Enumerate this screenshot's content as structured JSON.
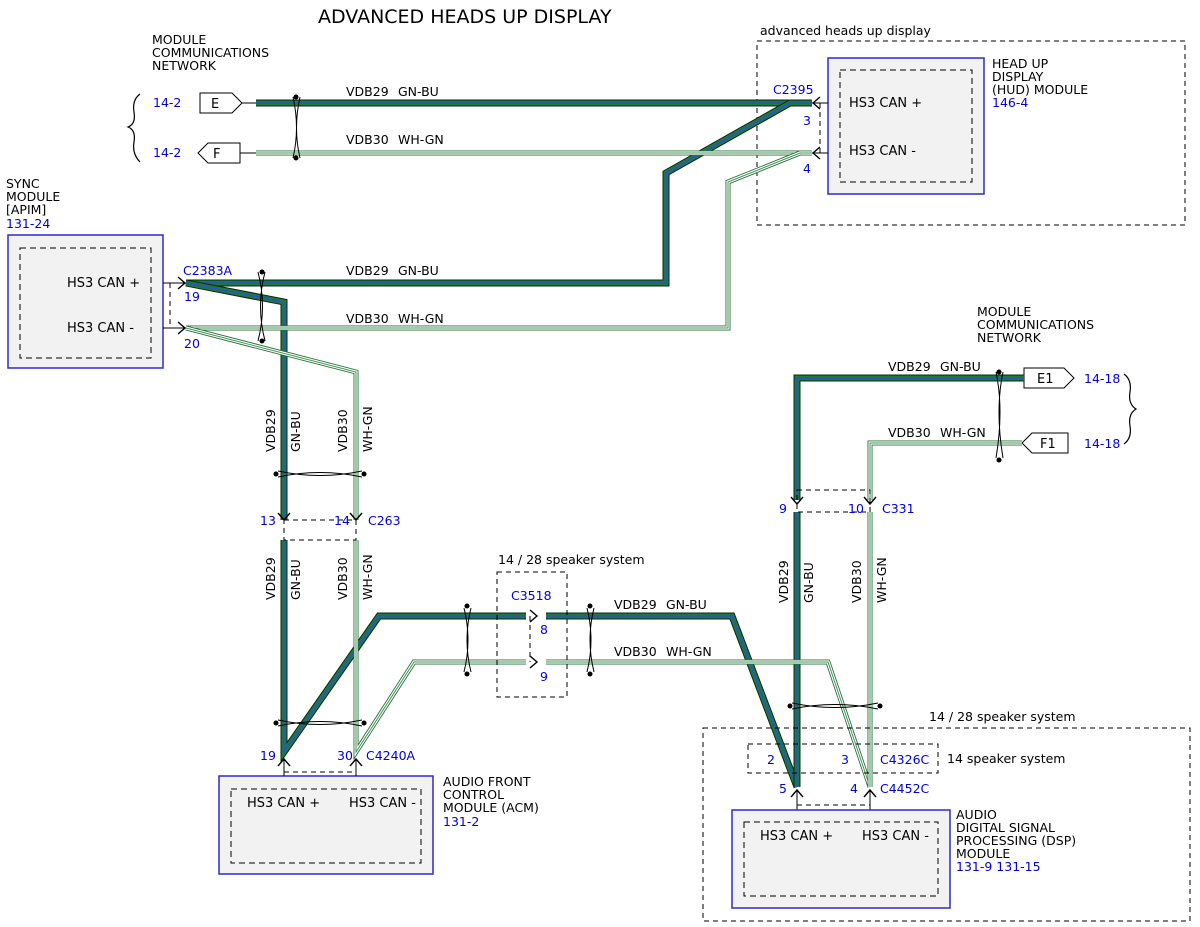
{
  "title": "ADVANCED HEADS UP DISPLAY",
  "networks": {
    "top_left": {
      "label": [
        "MODULE",
        "COMMUNICATIONS",
        "NETWORK"
      ],
      "e_ref": "14-2",
      "e_tag": "E",
      "f_ref": "14-2",
      "f_tag": "F"
    },
    "right": {
      "label": [
        "MODULE",
        "COMMUNICATIONS",
        "NETWORK"
      ],
      "e1_ref": "14-18",
      "e1_tag": "E1",
      "f1_ref": "14-18",
      "f1_tag": "F1"
    }
  },
  "groups": {
    "hud_group": "advanced heads up display",
    "speaker_mid": "14 / 28 speaker system",
    "speaker_right": "14 / 28 speaker system",
    "speaker_14": "14 speaker system"
  },
  "modules": {
    "hud": {
      "name": [
        "HEAD UP",
        "DISPLAY",
        "(HUD) MODULE"
      ],
      "ref": "146-4",
      "pin_plus": "HS3 CAN +",
      "pin_minus": "HS3 CAN -"
    },
    "sync": {
      "name": [
        "SYNC",
        "MODULE",
        "[APIM]"
      ],
      "ref": "131-24",
      "pin_plus": "HS3 CAN +",
      "pin_minus": "HS3 CAN -"
    },
    "acm": {
      "name": [
        "AUDIO FRONT",
        "CONTROL",
        "MODULE (ACM)"
      ],
      "ref": "131-2",
      "pin_plus": "HS3 CAN +",
      "pin_minus": "HS3 CAN -"
    },
    "dsp": {
      "name": [
        "AUDIO",
        "DIGITAL SIGNAL",
        "PROCESSING (DSP)",
        "MODULE"
      ],
      "ref": "131-9  131-15",
      "pin_plus": "HS3 CAN +",
      "pin_minus": "HS3 CAN -"
    }
  },
  "connectors": {
    "c2395": {
      "id": "C2395",
      "pin_a": "3",
      "pin_b": "4"
    },
    "c2383a": {
      "id": "C2383A",
      "pin_a": "19",
      "pin_b": "20"
    },
    "c263": {
      "id": "C263",
      "pin_a": "13",
      "pin_b": "14"
    },
    "c4240a": {
      "id": "C4240A",
      "pin_a": "19",
      "pin_b": "30"
    },
    "c3518": {
      "id": "C3518",
      "pin_a": "8",
      "pin_b": "9"
    },
    "c331": {
      "id": "C331",
      "pin_a": "9",
      "pin_b": "10"
    },
    "c4326c": {
      "id": "C4326C",
      "pin_a": "2",
      "pin_b": "3"
    },
    "c4452c": {
      "id": "C4452C",
      "pin_a": "5",
      "pin_b": "4"
    }
  },
  "wires": {
    "gnbu_circuit": "VDB29",
    "gnbu_color": "GN-BU",
    "whgn_circuit": "VDB30",
    "whgn_color": "WH-GN"
  },
  "colors": {
    "module_border": "#2b2bd0",
    "ref_text": "#0000dd",
    "gn_bu_green": "#1f7a3a",
    "gn_bu_blue": "#2a52c8",
    "wh_gn_green": "#3d9a55"
  }
}
